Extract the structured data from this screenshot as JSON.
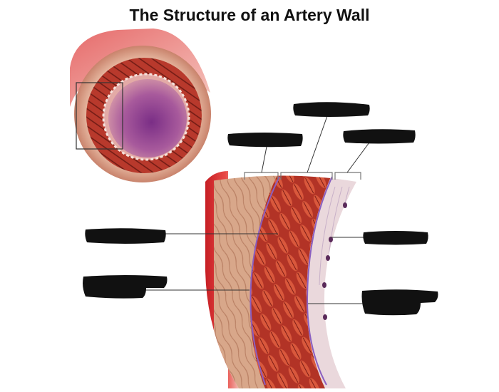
{
  "title": "The Structure of an Artery Wall",
  "colors": {
    "outer_layer": "#d9a98a",
    "muscle_layer": "#b83a2e",
    "lumen": "#9a4a92",
    "membrane": "#8a5fc0",
    "nucleus": "#5a2a5a",
    "redaction": "#111111"
  },
  "labels": [
    {
      "id": "top-left",
      "text": ""
    },
    {
      "id": "top-center",
      "text": ""
    },
    {
      "id": "top-right",
      "text": ""
    },
    {
      "id": "left-upper",
      "text": ""
    },
    {
      "id": "left-lower",
      "text": ""
    },
    {
      "id": "right-upper",
      "text": ""
    },
    {
      "id": "right-lower",
      "text": ""
    }
  ]
}
